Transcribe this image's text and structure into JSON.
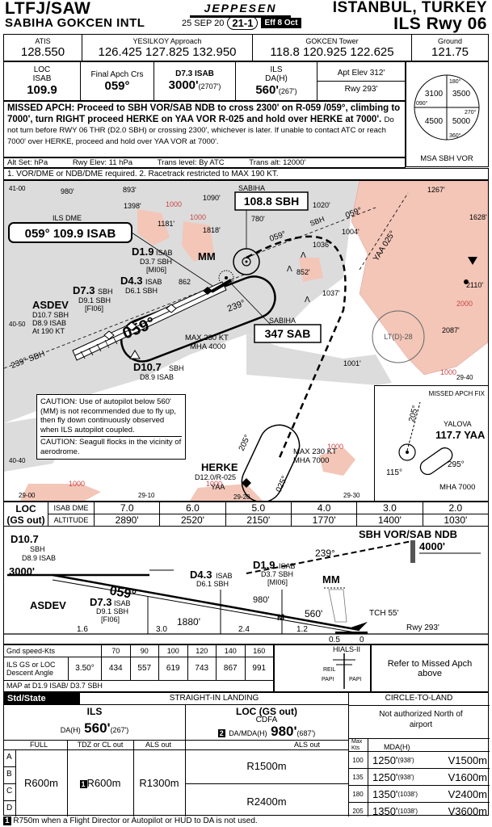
{
  "header": {
    "icao": "LTFJ/SAW",
    "airport": "SABIHA GOKCEN INTL",
    "brand": "JEPPESEN",
    "date": "25 SEP 20",
    "page": "21-1",
    "eff": "Eff 8 Oct",
    "city": "ISTANBUL, TURKEY",
    "procedure": "ILS Rwy 06"
  },
  "comms": [
    {
      "label": "ATIS",
      "freqs": "128.550"
    },
    {
      "label": "YESILKOY Approach",
      "freqs": "126.425  127.825  132.950"
    },
    {
      "label": "GOKCEN Tower",
      "freqs": "118.8  120.925  122.625"
    },
    {
      "label": "Ground",
      "freqs": "121.75"
    }
  ],
  "briefing": {
    "loc_label": "LOC",
    "loc_id": "ISAB",
    "loc_freq": "109.9",
    "crs_label": "Final Apch Crs",
    "crs": "059°",
    "fix_label": "D7.3 ISAB",
    "fix_alt": "3000'",
    "fix_alt_h": "(2707')",
    "ils_label": "ILS",
    "da_label": "DA(H)",
    "da": "560'",
    "da_h": "(267')",
    "apt_elev": "Apt Elev 312'",
    "rwy_elev": "Rwy 293'"
  },
  "missed": {
    "label": "MISSED APCH:",
    "text1": "Proceed to SBH VOR/SAB NDB to cross 2300' on R-059 /059°, climbing to 7000', turn RIGHT proceed HERKE on YAA VOR R-025 and hold over HERKE at 7000'.",
    "text2": "Do not turn before RWY 06 THR (D2.0 SBH) or crossing 2300', whichever is later. If unable to contact ATC or reach 7000' over HERKE, proceed and hold over YAA VOR at 7000'."
  },
  "msa": {
    "label": "MSA SBH VOR",
    "sectors": [
      "3100",
      "3500",
      "4500",
      "5000"
    ],
    "bearings": [
      "180°",
      "090°",
      "270°",
      "360°"
    ]
  },
  "alt_row": {
    "alt_set": "Alt Set: hPa",
    "rwy_elev": "Rwy Elev: 11 hPa",
    "trans_level": "Trans level: By ATC",
    "trans_alt": "Trans alt: 12000'"
  },
  "notes": "1. VOR/DME or NDB/DME required.  2. Racetrack restricted to MAX 190 KT.",
  "plan": {
    "ils_dme_label": "ILS DME",
    "ils_dme_box": "059°  109.9 ISAB",
    "sabiha_label": "SABIHA",
    "vor_box": "108.8 SBH",
    "ndb_label": "SABIHA",
    "ndb_box": "347 SAB",
    "r059": "059°",
    "r239": "239°",
    "sbh_label": "SBH",
    "yaa025": "YAA 025°",
    "r239sbh": "239° SBH",
    "final_crs": "059°",
    "asdev": "ASDEV",
    "asdev_d1": "D10.7 SBH",
    "asdev_d2": "D8.9 ISAB",
    "asdev_spd": "At 190 KT",
    "d73": "D7.3",
    "d73_isab": "SBH",
    "d73_d": "D9.1 SBH",
    "d73_fix": "[FI06]",
    "d43": "D4.3",
    "d43_isab": "ISAB",
    "d43_d": "D6.1 SBH",
    "d43_el": "862",
    "d19": "D1.9",
    "d19_isab": "ISAB",
    "d19_d": "D3.7 SBH",
    "d19_fix": "[MI06]",
    "mm": "MM",
    "d107": "D10.7",
    "d107_sbh": "SBH",
    "d107_d": "D8.9 ISAB",
    "hold_spd": "MAX 230 KT",
    "hold_mha": "MHA 4000",
    "herke_spd": "MAX 230 KT",
    "herke_mha": "MHA 7000",
    "herke": "HERKE",
    "herke_d": "D12.0/R-025",
    "herke_yaa": "YAA",
    "r205": "205°",
    "r025": "025°",
    "ltd": "LT(D)-28",
    "lat_top": "41-00",
    "lat_mid": "40-50",
    "lat_low": "40-40",
    "lon1": "29-00",
    "lon2": "29-10",
    "lon3": "29-20",
    "lon4": "29-30",
    "lon5": "29-40",
    "elevs": [
      "980'",
      "893'",
      "1398'",
      "1090'",
      "1020'",
      "1267'",
      "1628'",
      "1181'",
      "1818'",
      "780'",
      "1004'",
      "1036'",
      "852'",
      "1037'",
      "2110'",
      "2087'",
      "1001'"
    ],
    "contour": "1000",
    "contour2": "2000",
    "caution1": "CAUTION: Use of autopilot below 560' (MM) is not recommended due to fly up, then fly down continuously observed when ILS autopilot coupled.",
    "caution2": "CAUTION: Seagull flocks in the vicinity of aerodrome.",
    "ma_title": "MISSED APCH FIX",
    "ma_yalova": "YALOVA",
    "ma_freq": "117.7 YAA",
    "ma_205": "205°",
    "ma_295": "295°",
    "ma_115": "115°",
    "ma_mha": "MHA 7000"
  },
  "dme_table": {
    "row1_label": "LOC",
    "row2_label": "(GS out)",
    "h_label": "ISAB DME",
    "a_label": "ALTITUDE",
    "dists": [
      "7.0",
      "6.0",
      "5.0",
      "4.0",
      "3.0",
      "2.0"
    ],
    "alts": [
      "2890'",
      "2520'",
      "2150'",
      "1770'",
      "1400'",
      "1030'"
    ]
  },
  "profile": {
    "top_label": "SBH VOR/SAB NDB",
    "top_alt": "4000'",
    "r239": "239°",
    "d107": "D10.7",
    "d107_sbh": "SBH",
    "d107_d": "D8.9 ISAB",
    "alt3000": "3000'",
    "asdev": "ASDEV",
    "crs": "059°",
    "d73": "D7.3",
    "d73_isab": "ISAB",
    "d73_d": "D9.1 SBH",
    "d73_fix": "[FI06]",
    "alt1880": "1880'",
    "d43": "D4.3",
    "d43_isab": "ISAB",
    "d43_d": "D6.1 SBH",
    "d19": "D1.9",
    "d19_isab": "ISAB",
    "d19_d": "D3.7 SBH",
    "d19_fix": "[MI06]",
    "alt980": "980'",
    "mm": "MM",
    "m": "M",
    "alt560": "560'",
    "tch": "TCH 55'",
    "rwy": "Rwy 293'",
    "seg1": "1.6",
    "seg2": "3.0",
    "seg3": "2.4",
    "seg4": "1.2",
    "seg5": "0.5",
    "seg6": "0"
  },
  "gs_table": {
    "gnd_label": "Gnd speed-Kts",
    "speeds": [
      "70",
      "90",
      "100",
      "120",
      "140",
      "160"
    ],
    "angle_label": "ILS GS or LOC Descent Angle",
    "angle": "3.50°",
    "rates": [
      "434",
      "557",
      "619",
      "743",
      "867",
      "991"
    ],
    "map_label": "MAP at D1.9 ISAB/ D3.7 SBH",
    "hials": "HIALS-II",
    "reil": "REIL",
    "papi": "PAPI",
    "papi2": "PAPI",
    "refer": "Refer to Missed Apch above"
  },
  "minima": {
    "std": "Std/State",
    "straight": "STRAIGHT-IN LANDING",
    "ils": "ILS",
    "loc": "LOC (GS out)",
    "cdfa": "CDFA",
    "ils_da_label": "DA(H)",
    "ils_da": "560'",
    "ils_da_h": "(267')",
    "loc_note": "2",
    "loc_da_label": "DA/MDA(H)",
    "loc_da": "980'",
    "loc_da_h": "(687')",
    "full": "FULL",
    "tdz": "TDZ or CL out",
    "als_out": "ALS out",
    "als_out2": "ALS out",
    "cats": [
      "A",
      "B",
      "C",
      "D"
    ],
    "full_val": "R600m",
    "tdz_note": "1",
    "tdz_val": "R600m",
    "als_val": "R1300m",
    "loc_ab": "R1500m",
    "loc_cd": "R2400m",
    "ctl": "CIRCLE-TO-LAND",
    "ctl_na": "Not authorized North of airport",
    "max_kts": "Max Kts",
    "mda_h": "MDA(H)",
    "ctl_rows": [
      {
        "kts": "100",
        "mda": "1250'",
        "h": "(938')",
        "vis": "V1500m"
      },
      {
        "kts": "135",
        "mda": "1250'",
        "h": "(938')",
        "vis": "V1600m"
      },
      {
        "kts": "180",
        "mda": "1350'",
        "h": "(1038')",
        "vis": "V2400m"
      },
      {
        "kts": "205",
        "mda": "1350'",
        "h": "(1038')",
        "vis": "V3600m"
      }
    ]
  },
  "footnote_num": "1",
  "footnote": "R750m when a Flight Director or Autopilot or HUD to DA is not used.",
  "colors": {
    "terrain": "#f3c6b8",
    "water": "#dcdcdc",
    "black": "#000000"
  }
}
